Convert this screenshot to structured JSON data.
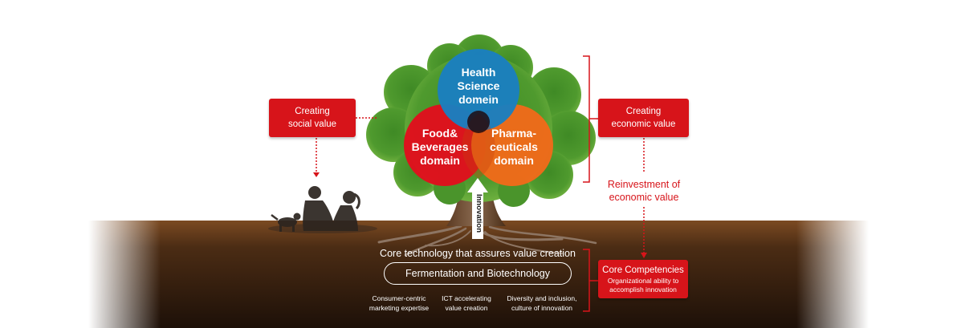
{
  "social": {
    "line1": "Creating",
    "line2": "social value"
  },
  "economic": {
    "line1": "Creating",
    "line2": "economic value"
  },
  "reinvest": {
    "line1": "Reinvestment of",
    "line2": "economic value"
  },
  "domains": {
    "health": [
      "Health",
      "Science",
      "domein"
    ],
    "food": [
      "Food&",
      "Beverages",
      "domain"
    ],
    "pharma": [
      "Pharma-",
      "ceuticals",
      "domain"
    ]
  },
  "innovation_label": "Innovation",
  "core_tech": {
    "caption": "Core technology that assures value creation",
    "name": "Fermentation and Biotechnology"
  },
  "capabilities": [
    [
      "Consumer-centric",
      "marketing expertise"
    ],
    [
      "ICT accelerating",
      "value creation"
    ],
    [
      "Diversity and inclusion,",
      "culture of innovation"
    ]
  ],
  "core_competencies": {
    "title": "Core Competencies",
    "line1": "Organizational ability to",
    "line2": "accomplish innovation"
  },
  "colors": {
    "accent_red": "#d7141a",
    "health_blue": "#1b7fbf",
    "food_red": "#e0101d",
    "pharma_orange": "#f06a1a",
    "soil_brown": "#3a2210",
    "foliage_green": "#4f9a2e"
  }
}
